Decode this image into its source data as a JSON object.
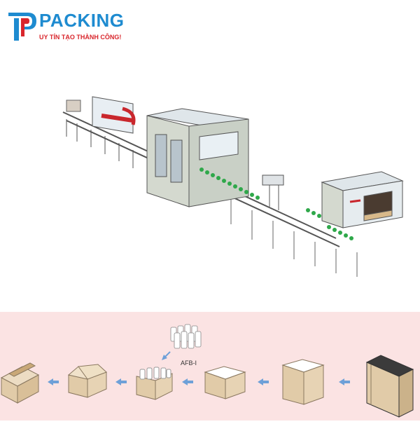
{
  "brand": {
    "name": "PACKING",
    "tagline": "UY TÍN TẠO THÀNH CÔNG!",
    "colors": {
      "blue": "#1e8bd0",
      "red": "#d9262c"
    }
  },
  "line_illustration": {
    "icon": "packing-line-machine-icon"
  },
  "process": {
    "background": "#fbe3e3",
    "product_label": "AFB-I",
    "steps": [
      "sealed-box-icon",
      "closing-box-icon",
      "box-with-bottles-icon",
      "open-box-icon",
      "erected-box-icon",
      "flat-carton-icon"
    ],
    "arrow_icon": "left-arrow-icon"
  }
}
